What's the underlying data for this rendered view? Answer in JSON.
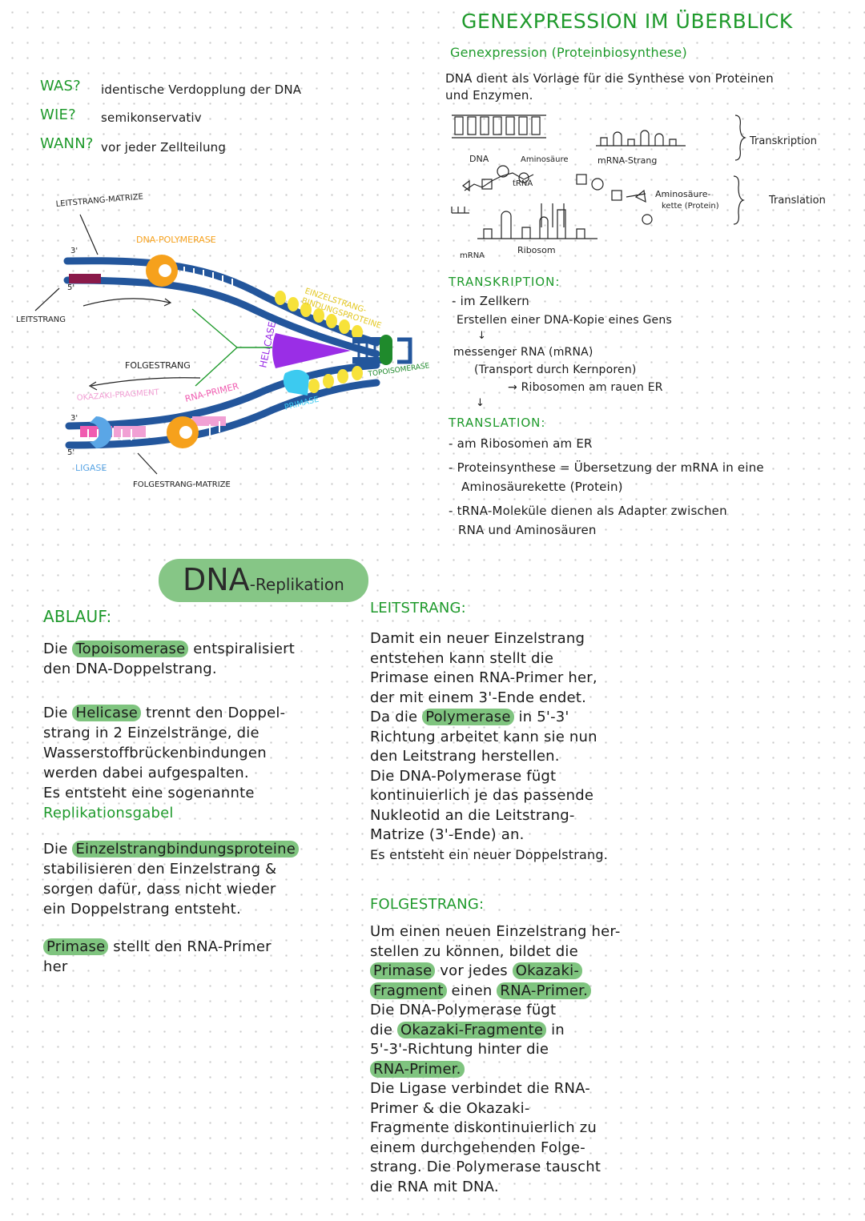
{
  "overview": {
    "title": "GENEXPRESSION IM ÜBERBLICK",
    "subtitle": "Genexpression (Proteinbiosynthese)",
    "intro_line1": "DNA dient als Vorlage für die Synthese von Proteinen",
    "intro_line2": "und Enzymen.",
    "diagram_labels": {
      "dna": "DNA",
      "aminosaeure": "Aminosäure",
      "mrna_strang": "mRNA-Strang",
      "trna": "tRNA",
      "aminosaeure_kette_1": "Aminosäure-",
      "aminosaeure_kette_2": "kette (Protein)",
      "mrna": "mRNA",
      "ribosom": "Ribosom",
      "transkription": "Transkription",
      "translation": "Translation"
    },
    "transkription_heading": "TRANSKRIPTION:",
    "transkription_lines": [
      "- im Zellkern",
      "Erstellen einer DNA-Kopie eines Gens",
      "messenger RNA (mRNA)",
      "(Transport durch Kernporen)",
      "→ Ribosomen am rauen ER"
    ],
    "translation_heading": "TRANSLATION:",
    "translation_lines": [
      "- am Ribosomen am ER",
      "- Proteinsynthese = Übersetzung der mRNA in eine",
      "Aminosäurekette (Protein)",
      "- tRNA-Moleküle dienen als Adapter zwischen",
      "RNA und Aminosäuren"
    ]
  },
  "qa": {
    "was_q": "WAS?",
    "was_a": "identische Verdopplung der DNA",
    "wie_q": "WIE?",
    "wie_a": "semikonservativ",
    "wann_q": "WANN?",
    "wann_a": "vor jeder Zellteilung"
  },
  "replication_diagram": {
    "leitstrang_matrize": "LEITSTRANG-MATRIZE",
    "dna_polymerase": "DNA-POLYMERASE",
    "three_prime_top": "3'",
    "five_prime_top": "5'",
    "leitstrang": "LEITSTRANG",
    "einzelstrang_1": "EINZELSTRANG-",
    "einzelstrang_2": "BINDUNGSPROTEINE",
    "helicase": "HELICASE",
    "topoisomerase": "TOPOISOMERASE",
    "folgestrang": "FOLGESTRANG",
    "okazaki": "OKAZAKI-FRAGMENT",
    "rna_primer": "RNA-PRIMER",
    "primase": "PRIMASE",
    "three_prime_bottom": "3'",
    "five_prime_bottom": "5'",
    "ligase": "LIGASE",
    "folgestrang_matrize": "FOLGESTRANG-MATRIZE"
  },
  "replication_title": {
    "main": "DNA",
    "sub": "-Replikation"
  },
  "ablauf": {
    "heading": "ABLAUF:",
    "p1_hl": "Topoisomerase",
    "p1_a": "entspiralisiert",
    "p1_b": "den DNA-Doppelstrang.",
    "p2_pre": "Die",
    "p2_hl": "Helicase",
    "p2_a": "trennt den Doppel-",
    "p2_b": "strang in 2 Einzelstränge, die",
    "p2_c": "Wasserstoffbrückenbindungen",
    "p2_d": "werden dabei aufgespalten.",
    "p2_e": "Es entsteht eine sogenannte",
    "p2_green": "Replikationsgabel",
    "p3_pre": "Die",
    "p3_hl": "Einzelstrangbindungsproteine",
    "p3_a": "stabilisieren den Einzelstrang &",
    "p3_b": "sorgen dafür, dass nicht wieder",
    "p3_c": "ein Doppelstrang entsteht.",
    "p4_hl": "Primase",
    "p4_a": "stellt den RNA-Primer",
    "p4_b": "her",
    "p1_pre": "Die"
  },
  "leitstrang_section": {
    "heading": "LEITSTRANG:",
    "l1": "Damit ein neuer Einzelstrang",
    "l2": "entstehen kann stellt die",
    "l3": "Primase einen RNA-Primer her,",
    "l4": "der mit einem 3'-Ende endet.",
    "l5_pre": "Da die",
    "l5_hl": "Polymerase",
    "l5_post": "in 5'-3'",
    "l6": "Richtung arbeitet kann sie nun",
    "l7": "den Leitstrang herstellen.",
    "l8": "Die DNA-Polymerase fügt",
    "l9": "kontinuierlich je das passende",
    "l10": "Nukleotid an die Leitstrang-",
    "l11": "Matrize (3'-Ende) an.",
    "l12": "Es entsteht ein neuer Doppelstrang."
  },
  "folgestrang_section": {
    "heading": "FOLGESTRANG:",
    "l1": "Um einen neuen Einzelstrang her-",
    "l2": "stellen zu können, bildet die",
    "l3_hl1": "Primase",
    "l3_mid": "vor jedes",
    "l3_hl2": "Okazaki-",
    "l4_hl": "Fragment",
    "l4_mid": "einen",
    "l4_hl2": "RNA-Primer.",
    "l5": "Die DNA-Polymerase fügt",
    "l6_pre": "die",
    "l6_hl": "Okazaki-Fragmente",
    "l6_post": "in",
    "l7": "5'-3'-Richtung hinter die",
    "l8_hl": "RNA-Primer.",
    "l9": "Die Ligase verbindet die RNA-",
    "l10": "Primer & die Okazaki-",
    "l11": "Fragmente diskontinuierlich zu",
    "l12": "einem durchgehenden Folge-",
    "l13": "strang. Die Polymerase tauscht",
    "l14": "die RNA mit DNA."
  },
  "colors": {
    "green_text": "#1f9a2c",
    "highlight": "#7fc47f",
    "helix_blue": "#23569c",
    "polymerase_orange": "#f6a11c",
    "helicase_purple": "#9a2ee6",
    "primase_cyan": "#3ccaf0",
    "ssb_yellow": "#f7e23a",
    "topo_green": "#1f8a2c",
    "primer_pink": "#f1a0d4",
    "okazaki_pink": "#f05bb0",
    "ligase_blue": "#5aa6e6",
    "matrix_maroon": "#8a1a4a"
  }
}
